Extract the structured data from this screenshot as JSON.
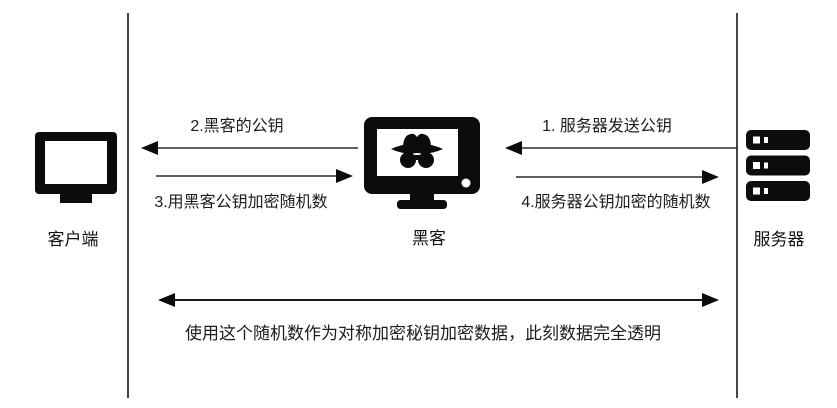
{
  "diagram": {
    "type": "sequence-diagram",
    "topic": "man-in-the-middle-key-exchange",
    "background": "#ffffff",
    "ink_color": "#000000",
    "boundary_line_color": "#454545",
    "entities": [
      {
        "id": "client",
        "label": "客户端",
        "icon": "monitor-icon"
      },
      {
        "id": "hacker",
        "label": "黑客",
        "icon": "hacker-monitor-icon"
      },
      {
        "id": "server",
        "label": "服务器",
        "icon": "server-rack-icon"
      }
    ],
    "messages": [
      {
        "step": "1",
        "label": "1. 服务器发送公钥",
        "from": "server",
        "to": "hacker",
        "arrow": "left"
      },
      {
        "step": "2",
        "label": "2.黑客的公钥",
        "from": "hacker",
        "to": "client",
        "arrow": "left"
      },
      {
        "step": "3",
        "label": "3.用黑客公钥加密随机数",
        "from": "client",
        "to": "hacker",
        "arrow": "right"
      },
      {
        "step": "4",
        "label": "4.服务器公钥加密的随机数",
        "from": "hacker",
        "to": "server",
        "arrow": "right"
      },
      {
        "step": "5",
        "label": "使用这个随机数作为对称加密秘钥加密数据，此刻数据完全透明",
        "from": "client",
        "to": "server",
        "arrow": "both"
      }
    ]
  }
}
